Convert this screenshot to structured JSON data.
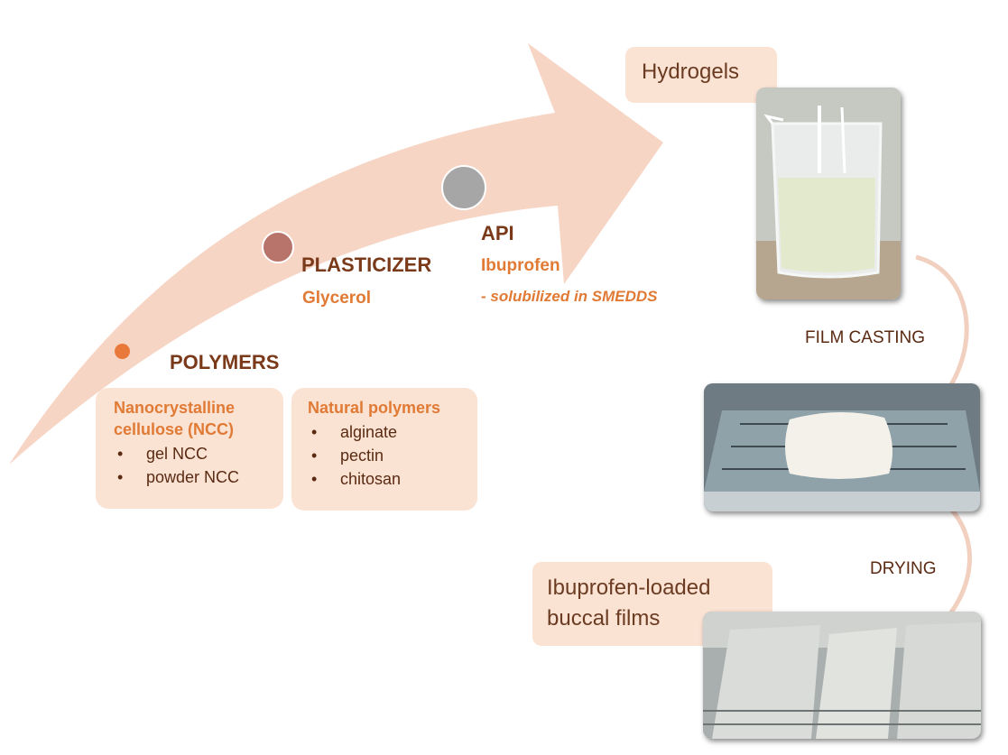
{
  "arrow_color": "#f7d5c5",
  "polymers": {
    "title": "POLYMERS",
    "dot_color": "#e9793a",
    "ncc_box": {
      "title_lines": [
        "Nanocrystalline",
        "cellulose (NCC)"
      ],
      "items": [
        "gel NCC",
        "powder NCC"
      ]
    },
    "natural_box": {
      "title": "Natural polymers",
      "items": [
        "alginate",
        "pectin",
        "chitosan"
      ]
    }
  },
  "plasticizer": {
    "title": "PLASTICIZER",
    "subtitle": "Glycerol",
    "dot_color": "#b8736a"
  },
  "api": {
    "title": "API",
    "subtitle": "Ibuprofen",
    "note": "- solubilized in SMEDDS",
    "dot_color": "#a6a6a6"
  },
  "hydrogels_label": "Hydrogels",
  "step1_label": "FILM CASTING",
  "step2_label": "DRYING",
  "films_label_lines": [
    "Ibuprofen-loaded",
    "buccal films"
  ],
  "bullet_char": "•"
}
